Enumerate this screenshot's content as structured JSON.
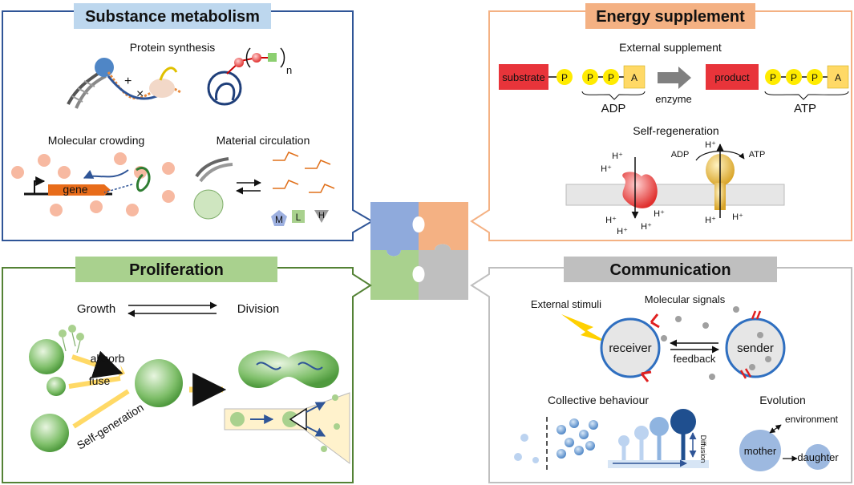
{
  "panels": {
    "substance": {
      "title": "Substance metabolism",
      "protein_synthesis": "Protein synthesis",
      "subscript_n": "n",
      "molecular_crowding": "Molecular crowding",
      "gene": "gene",
      "material_circulation": "Material circulation",
      "m": "M",
      "l": "L",
      "h": "H"
    },
    "energy": {
      "title": "Energy supplement",
      "external_supplement": "External supplement",
      "substrate": "substrate",
      "p": "P",
      "a": "A",
      "enzyme": "enzyme",
      "product": "product",
      "adp": "ADP",
      "atp": "ATP",
      "self_regeneration": "Self-regeneration",
      "hplus": "H⁺"
    },
    "proliferation": {
      "title": "Proliferation",
      "growth": "Growth",
      "division": "Division",
      "absorb": "absorb",
      "fuse": "fuse",
      "self_generation": "Self-generation"
    },
    "communication": {
      "title": "Communication",
      "external_stimuli": "External stimuli",
      "molecular_signals": "Molecular signals",
      "receiver": "receiver",
      "sender": "sender",
      "feedback": "feedback",
      "collective_behaviour": "Collective behaviour",
      "diffusion": "Diffusion",
      "evolution": "Evolution",
      "environment": "environment",
      "mother": "mother",
      "daughter": "daughter"
    }
  },
  "colors": {
    "substance_border": "#2f5597",
    "substance_title_bg": "#bdd7ee",
    "energy_border": "#f4b183",
    "energy_title_bg": "#f4b183",
    "proliferation_border": "#548235",
    "proliferation_title_bg": "#a9d18e",
    "communication_border": "#bfbfbf",
    "communication_title_bg": "#bfbfbf",
    "puzzle_blue": "#8faadc",
    "puzzle_orange": "#f4b183",
    "puzzle_green": "#a9d18e",
    "puzzle_gray": "#bfbfbf"
  }
}
